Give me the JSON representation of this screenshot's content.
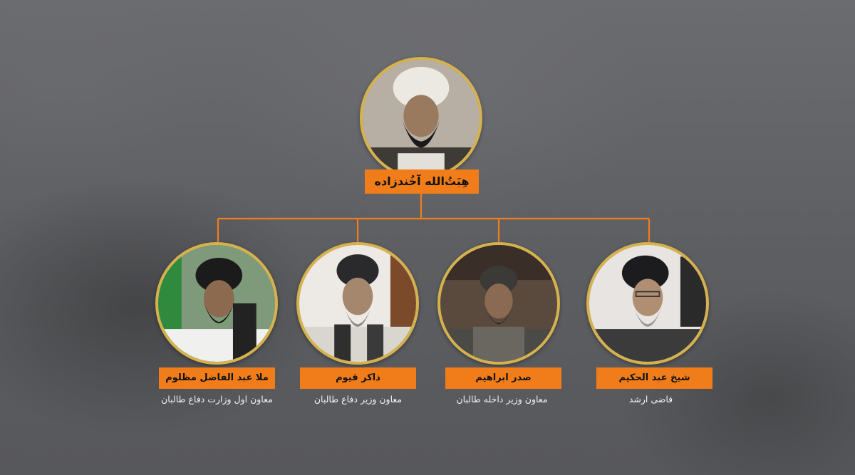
{
  "colors": {
    "accent": "#f07d1a",
    "frame": "#d6b24e",
    "background": "#5d5e61"
  },
  "leader": {
    "name": "هِبَتُ‌الله آخُندزاده",
    "portrait_icon": "person-portrait-icon"
  },
  "members": [
    {
      "name": "ملا عبد الفاضل مظلوم",
      "role": "معاون اول وزارت دفاع طالبان",
      "portrait_icon": "person-portrait-icon"
    },
    {
      "name": "ذاکر قیوم",
      "role": "معاون وزیر دفاع طالبان",
      "portrait_icon": "person-portrait-icon"
    },
    {
      "name": "صدر ابراهیم",
      "role": "معاون وزیر داخله طالبان",
      "portrait_icon": "person-portrait-icon"
    },
    {
      "name": "شیخ عبد الحکیم",
      "role": "قاضی ارشد",
      "portrait_icon": "person-portrait-icon"
    }
  ]
}
